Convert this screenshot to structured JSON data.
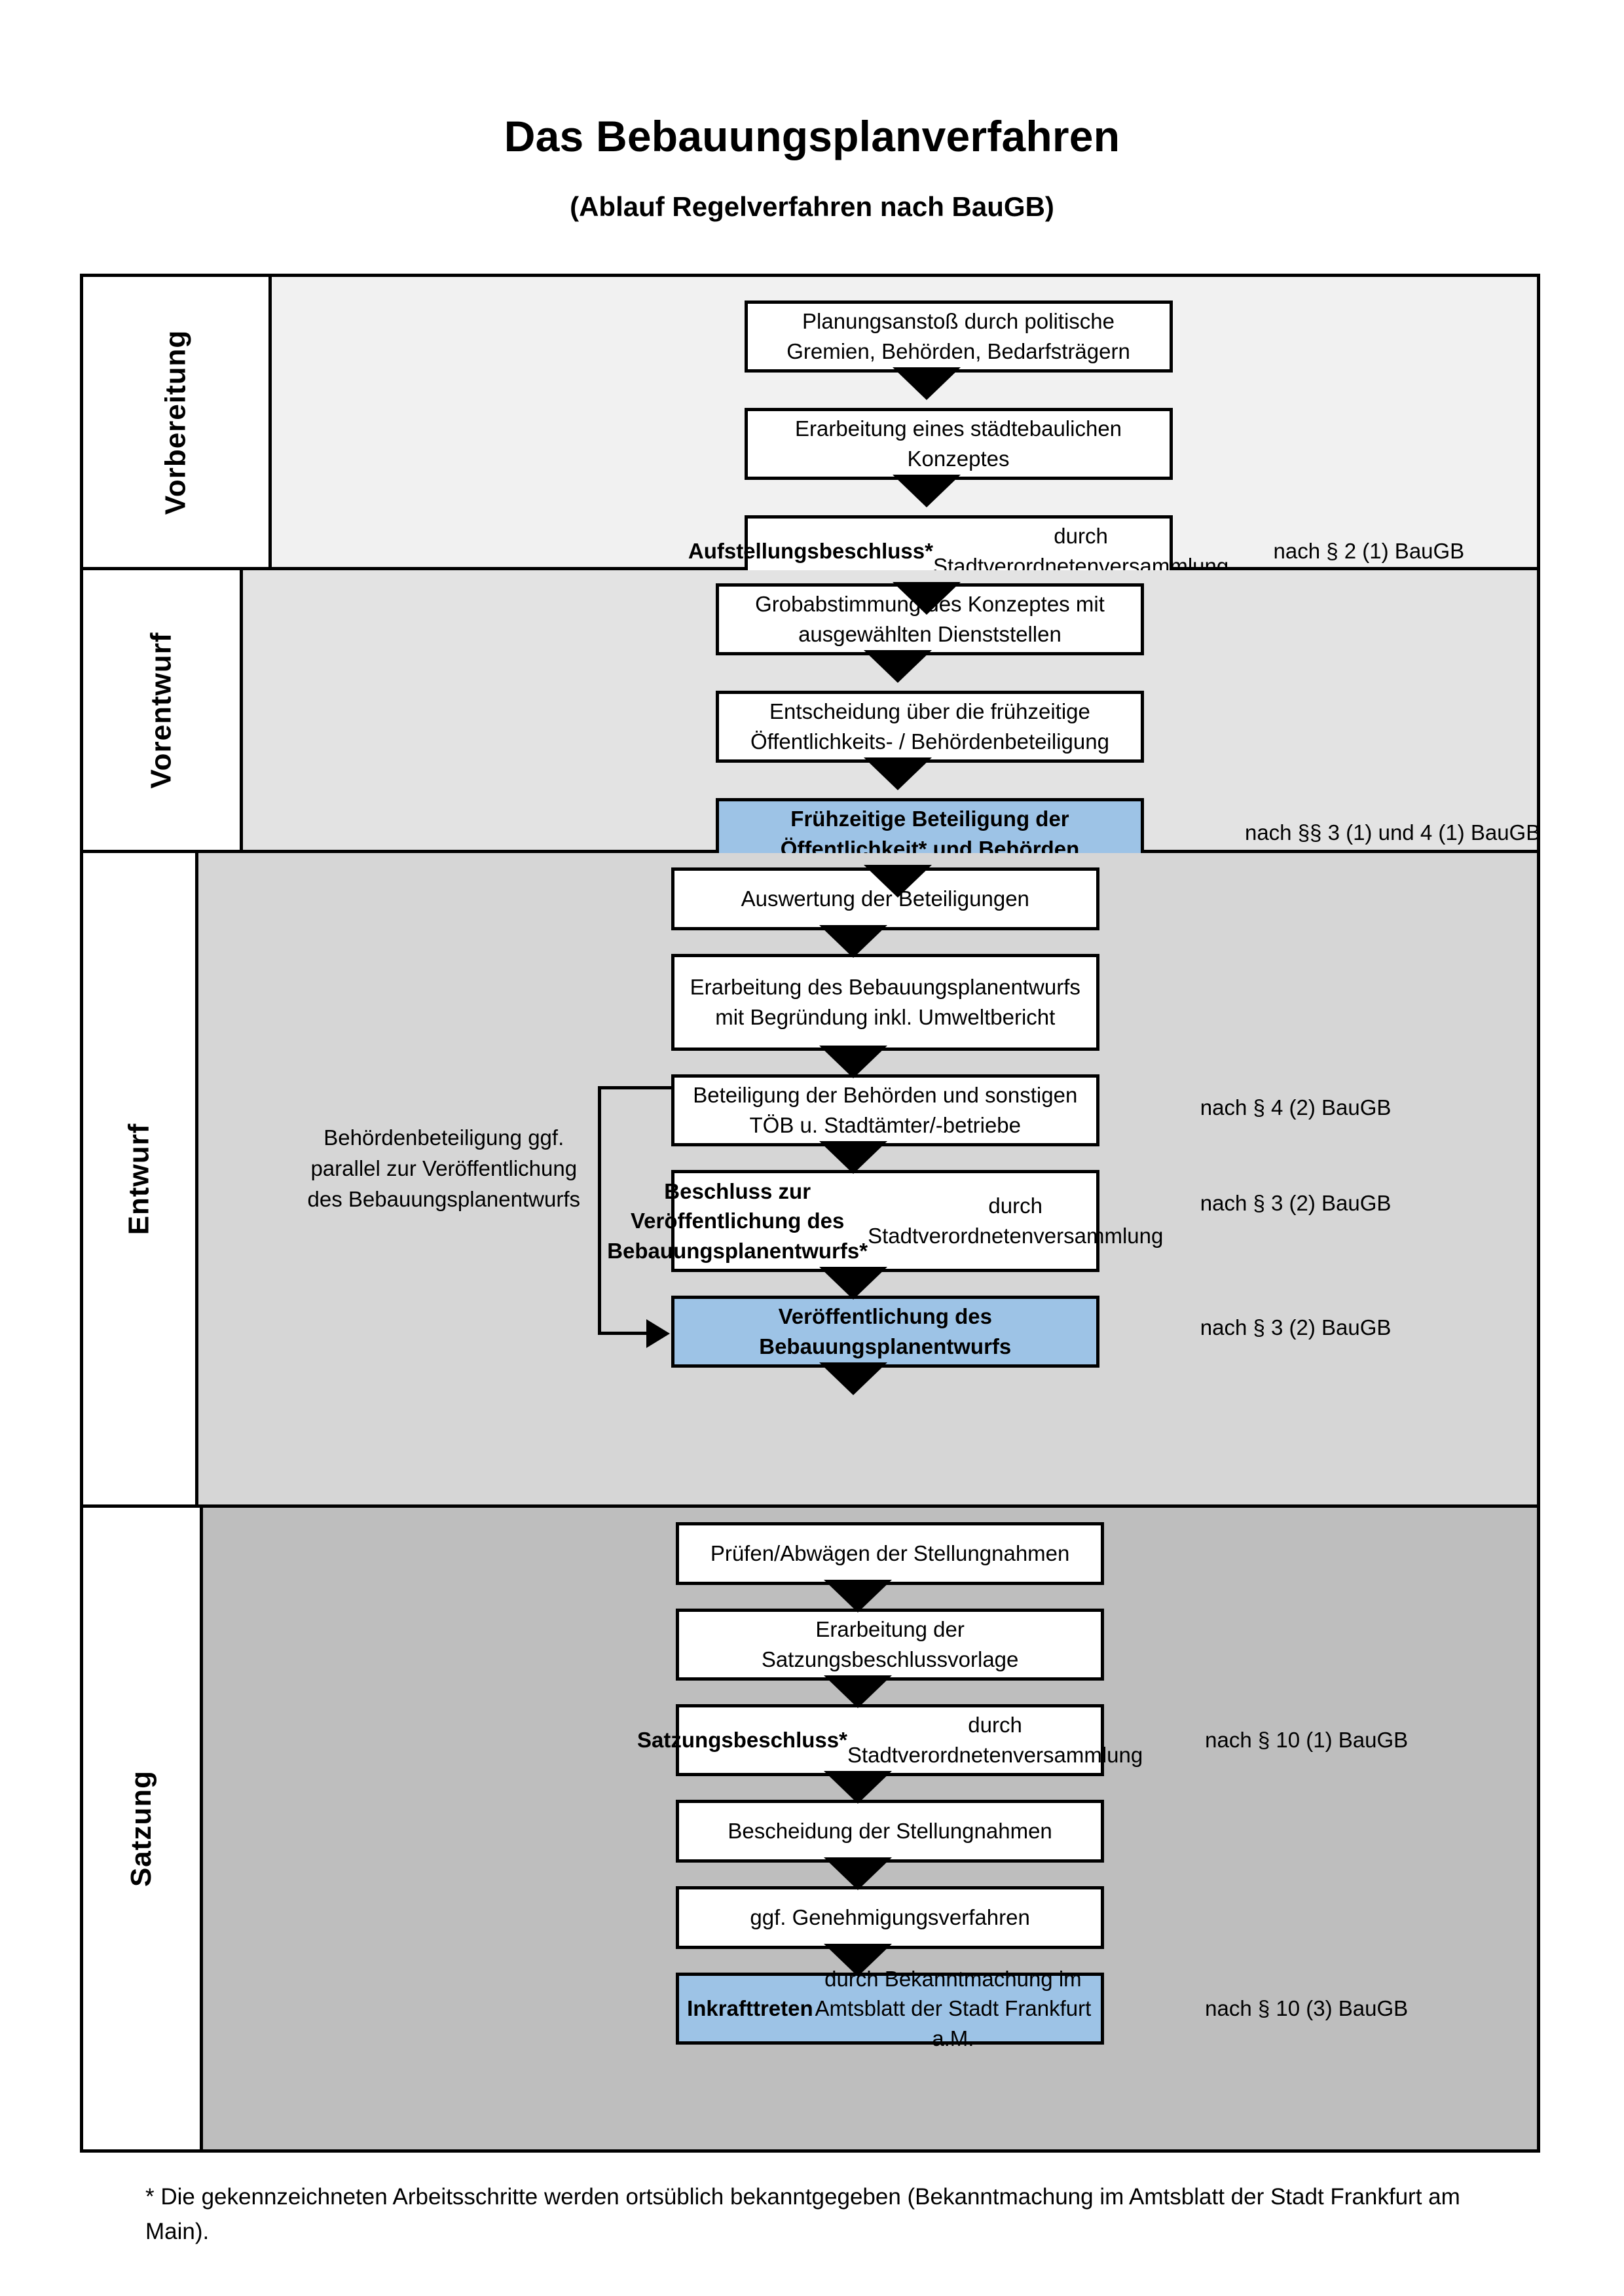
{
  "header": {
    "title": "Das Bebauungsplanverfahren",
    "subtitle": "(Ablauf Regelverfahren nach BauGB)"
  },
  "colors": {
    "highlight_blue": "#9DC3E6",
    "band_vorbereitung": "#F1F1F1",
    "band_vorentwurf": "#E3E3E3",
    "band_entwurf": "#D6D6D6",
    "band_satzung": "#BEBEBE",
    "box_border": "#000000",
    "box_fill": "#FFFFFF"
  },
  "phases": [
    {
      "label": "Vorbereitung",
      "steps": [
        {
          "text": "Planungsanstoß durch politische Gremien, Behörden, Bedarfsträgern",
          "bold_prefix": "",
          "highlight": false
        },
        {
          "text": "Erarbeitung eines städtebaulichen Konzeptes",
          "bold_prefix": "",
          "highlight": false
        },
        {
          "text": "Aufstellungsbeschluss* durch Stadtverordnetenversammlung",
          "bold_prefix": "Aufstellungsbeschluss*",
          "highlight": false
        }
      ],
      "legal_notes": [
        "nach § 2 (1) BauGB"
      ]
    },
    {
      "label": "Vorentwurf",
      "steps": [
        {
          "text": "Grobabstimmung des Konzeptes mit ausgewählten Dienststellen",
          "bold_prefix": "",
          "highlight": false
        },
        {
          "text": "Entscheidung über die frühzeitige Öffentlichkeits- / Behördenbeteiligung",
          "bold_prefix": "",
          "highlight": false
        },
        {
          "text": "Frühzeitige Beteiligung der Öffentlichkeit* und Behörden",
          "bold_prefix": "ALL",
          "highlight": true
        }
      ],
      "legal_notes": [
        "nach §§ 3 (1) und 4 (1) BauGB"
      ]
    },
    {
      "label": "Entwurf",
      "side_note": "Behördenbeteiligung ggf. parallel zur Veröffentlichung des Bebauungsplanentwurfs",
      "steps": [
        {
          "text": "Auswertung der Beteiligungen",
          "bold_prefix": "",
          "highlight": false
        },
        {
          "text": "Erarbeitung des Bebauungsplanentwurfs mit Begründung inkl. Umweltbericht",
          "bold_prefix": "",
          "highlight": false
        },
        {
          "text": "Beteiligung der Behörden und sonstigen TÖB u. Stadtämter/-betriebe",
          "bold_prefix": "",
          "highlight": false
        },
        {
          "text": "Beschluss zur Veröffentlichung des Bebauungsplanentwurfs* durch Stadtverordnetenversammlung",
          "bold_prefix": "Beschluss zur Veröffentlichung des Bebauungsplanentwurfs*",
          "highlight": false
        },
        {
          "text": "Veröffentlichung des Bebauungsplanentwurfs",
          "bold_prefix": "ALL",
          "highlight": true
        }
      ],
      "legal_notes": [
        "nach § 4 (2) BauGB",
        "nach § 3 (2) BauGB",
        "nach § 3 (2) BauGB"
      ]
    },
    {
      "label": "Satzung",
      "steps": [
        {
          "text": "Prüfen/Abwägen der Stellungnahmen",
          "bold_prefix": "",
          "highlight": false
        },
        {
          "text": "Erarbeitung der Satzungsbeschlussvorlage",
          "bold_prefix": "",
          "highlight": false
        },
        {
          "text": "Satzungsbeschluss* durch Stadtverordnetenversammlung",
          "bold_prefix": "Satzungsbeschluss*",
          "highlight": false
        },
        {
          "text": "Bescheidung der Stellungnahmen",
          "bold_prefix": "",
          "highlight": false
        },
        {
          "text": "ggf. Genehmigungsverfahren",
          "bold_prefix": "",
          "highlight": false
        },
        {
          "text": "Inkrafttreten durch Bekanntmachung im Amtsblatt der Stadt Frankfurt a.M.",
          "bold_prefix": "Inkrafttreten",
          "highlight": true
        }
      ],
      "legal_notes": [
        "nach § 10 (1) BauGB",
        "nach § 10 (3) BauGB"
      ]
    }
  ],
  "footnote": "* Die gekennzeichneten Arbeitsschritte werden ortsüblich bekanntgegeben (Bekanntmachung im Amtsblatt  der Stadt Frankfurt am Main)."
}
